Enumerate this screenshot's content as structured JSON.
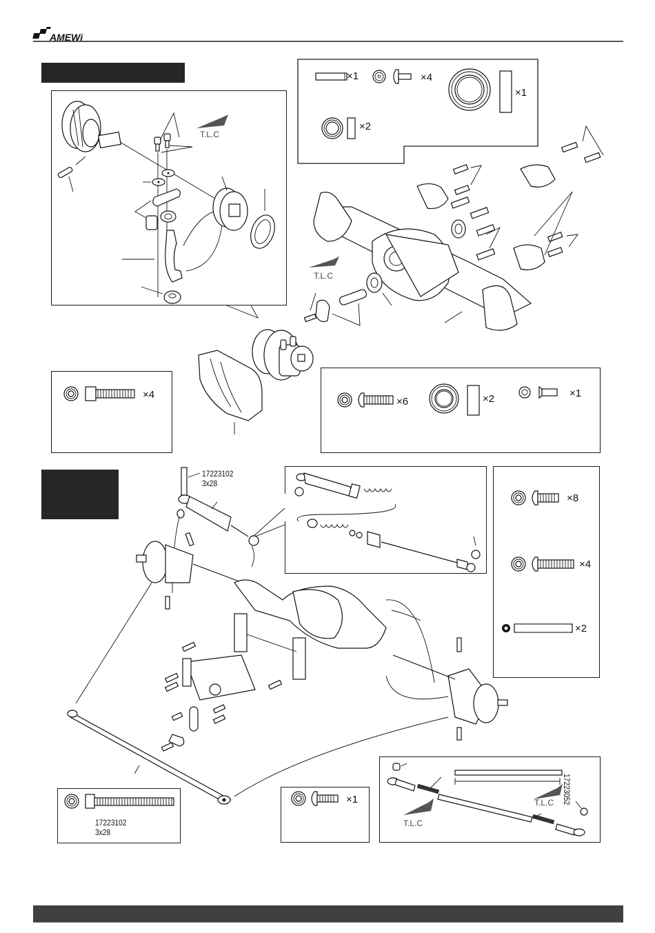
{
  "header": {
    "brand": "AMEWi",
    "brand_icon": "amewi-logo-icon"
  },
  "step_1": {
    "title_bar_text": "",
    "diagram": "front-axle-differential-locker-exploded-view",
    "tlc_labels": [
      "T.L.C",
      "T.L.C"
    ],
    "parts_box_top": {
      "items": [
        {
          "icon": "pin-icon",
          "qty": "×1"
        },
        {
          "icon": "washer-icon",
          "icon2": "button-head-screw-icon",
          "qty": "×4"
        },
        {
          "icon": "large-bearing-icon",
          "qty": "×1"
        },
        {
          "icon": "small-bearing-icon",
          "qty": "×2"
        }
      ]
    },
    "parts_box_left": {
      "items": [
        {
          "icon": "socket-head-screw-icon",
          "qty": "×4"
        }
      ]
    },
    "parts_box_right": {
      "items": [
        {
          "icon": "button-head-screw-icon",
          "qty": "×6"
        },
        {
          "icon": "bearing-icon",
          "qty": "×2"
        },
        {
          "icon": "countersunk-screw-icon",
          "qty": "×1"
        }
      ]
    }
  },
  "step_2": {
    "title_bar_text": "",
    "diagram": "front-axle-steering-servo-shock-assembly",
    "shock_screw_label": {
      "part_no": "17223102",
      "size": "3x28"
    },
    "parts_box_right": {
      "items": [
        {
          "icon": "button-head-screw-icon",
          "qty": "×8"
        },
        {
          "icon": "button-head-screw-icon",
          "qty": "×4"
        },
        {
          "icon": "set-screw-icon",
          "qty": "×2"
        }
      ]
    },
    "parts_box_bottom_left": {
      "icon": "socket-head-screw-icon",
      "part_no": "17223102",
      "size": "3x28"
    },
    "parts_box_bottom_middle": {
      "items": [
        {
          "icon": "button-head-screw-icon",
          "qty": "×1"
        }
      ]
    },
    "parts_box_bottom_right": {
      "diagram": "steering-link-assembly",
      "part_no": "17223052",
      "tlc_labels": [
        "T.L.C",
        "T.L.C"
      ]
    }
  },
  "footer": {
    "text": ""
  }
}
